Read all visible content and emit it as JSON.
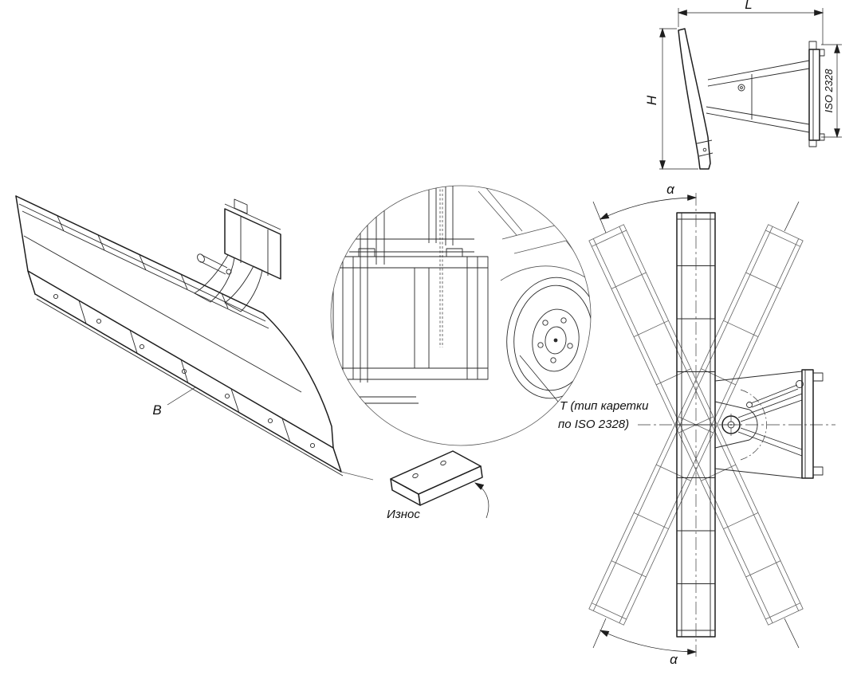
{
  "drawing": {
    "background": "#ffffff",
    "line_color": "#1e1e1e",
    "views": {
      "side": {
        "dim_length": "L",
        "dim_height": "H",
        "dim_carriage_standard": "ISO 2328"
      },
      "isometric": {
        "dim_width": "B"
      },
      "wear_detail": {
        "label": "Износ"
      },
      "carriage_detail": {
        "note_line1": "Т (тип каретки",
        "note_line2": "по ISO 2328)"
      },
      "plan": {
        "angle_top": "α",
        "angle_bottom": "α"
      }
    }
  }
}
